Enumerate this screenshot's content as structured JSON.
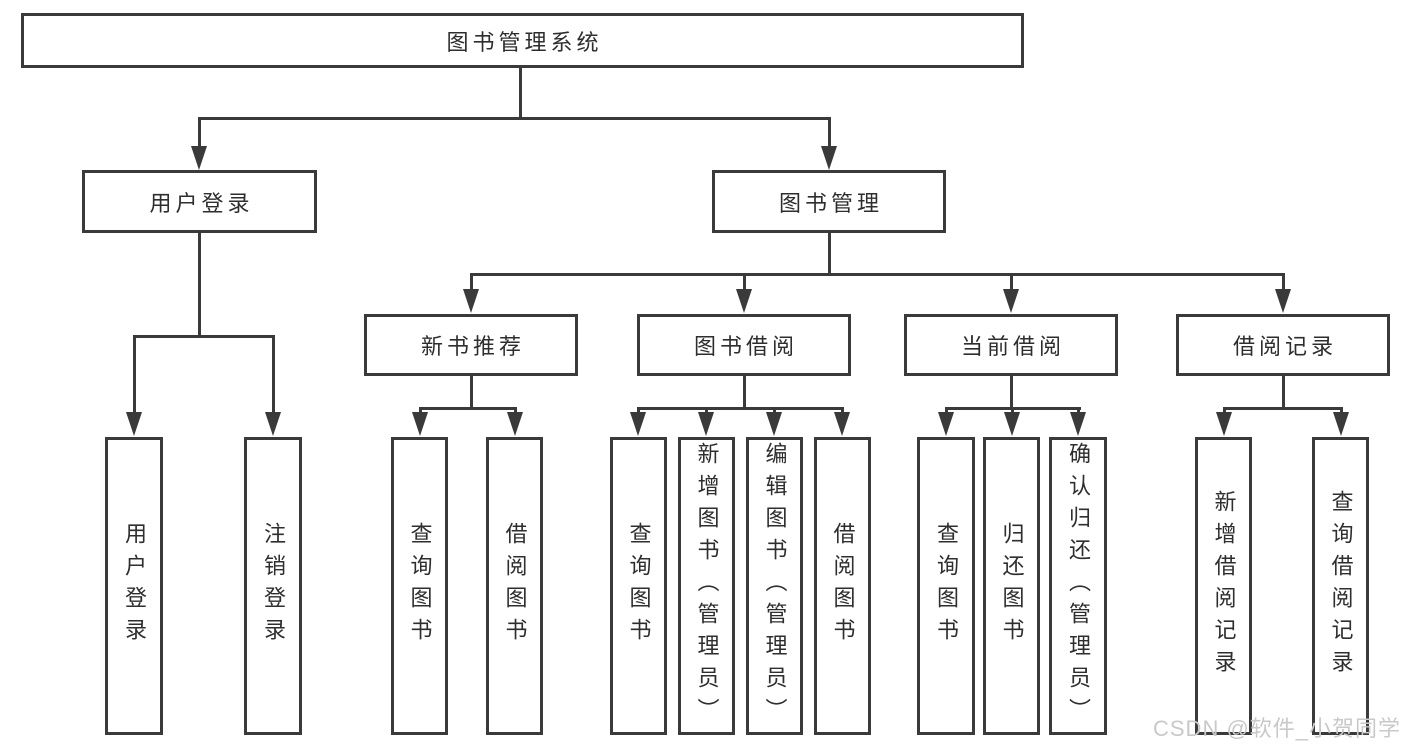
{
  "diagram": {
    "root": {
      "label": "图书管理系统"
    },
    "level2": [
      {
        "label": "用户登录"
      },
      {
        "label": "图书管理"
      }
    ],
    "level3": [
      {
        "label": "新书推荐"
      },
      {
        "label": "图书借阅"
      },
      {
        "label": "当前借阅"
      },
      {
        "label": "借阅记录"
      }
    ],
    "leaves": {
      "user_login": [
        "用户登录",
        "注销登录"
      ],
      "new_book": [
        "查询图书",
        "借阅图书"
      ],
      "book_borrow": [
        "查询图书",
        "新增图书（管理员）",
        "编辑图书（管理员）",
        "借阅图书"
      ],
      "current_borrow": [
        "查询图书",
        "归还图书",
        "确认归还（管理员）"
      ],
      "borrow_records": [
        "新增借阅记录",
        "查询借阅记录"
      ]
    },
    "watermark": "CSDN @软件_小贺同学",
    "colors": {
      "line": "#3a3a3a",
      "box_border": "#3a3a3a",
      "text": "#2e2e2e",
      "watermark": "#c9c9c9",
      "background": "#ffffff"
    }
  }
}
